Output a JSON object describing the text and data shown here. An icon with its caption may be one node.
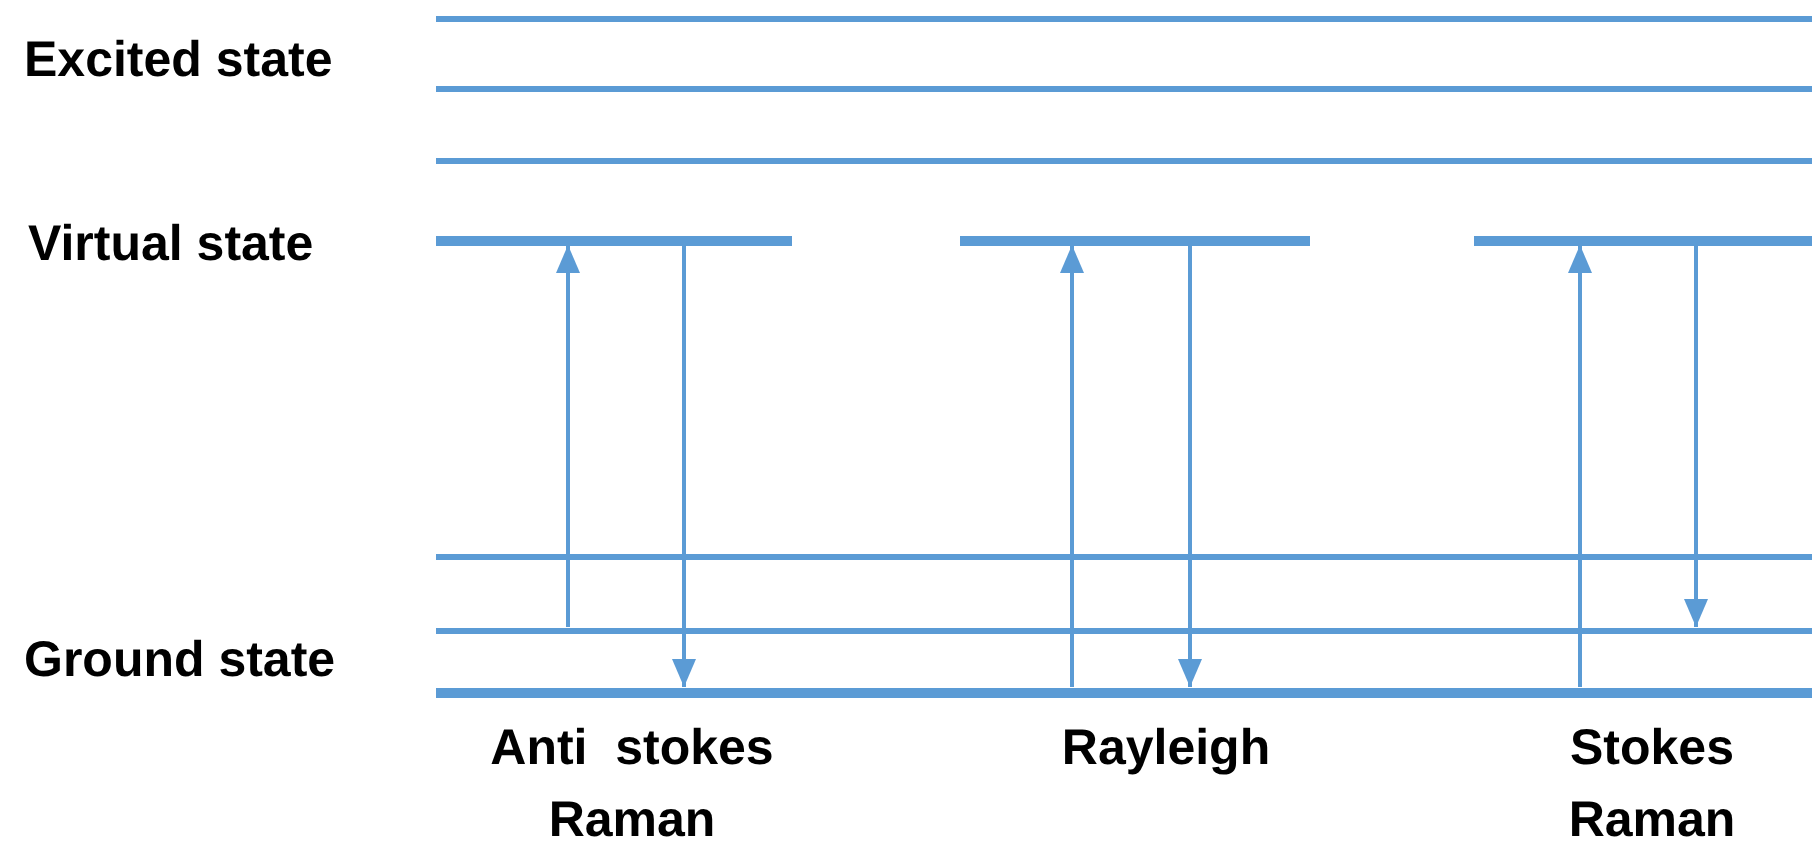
{
  "diagram": {
    "nodes": [
      {
        "text": [],
        "shape": "bar"
      },
      {
        "text": [],
        "shape": "bar"
      },
      {
        "text": [],
        "shape": "bar"
      },
      {
        "text": [],
        "shape": "bar"
      },
      {
        "text": [],
        "shape": "bar"
      },
      {
        "text": [],
        "shape": "bar"
      },
      {
        "text": [],
        "shape": "bar"
      },
      {
        "text": [],
        "shape": "bar"
      },
      {
        "text": [],
        "shape": "bar"
      }
    ],
    "edges": [
      {
        "from": 7,
        "to": 3,
        "arrow": "to"
      },
      {
        "from": 3,
        "to": 8,
        "arrow": "to"
      },
      {
        "from": 8,
        "to": 4,
        "arrow": "to"
      },
      {
        "from": 4,
        "to": 8,
        "arrow": "to"
      },
      {
        "from": 8,
        "to": 5,
        "arrow": "to"
      },
      {
        "from": 5,
        "to": 7,
        "arrow": "to"
      }
    ],
    "labels": [
      "Excited state",
      "Virtual state",
      "Ground state",
      "Anti  stokes Raman",
      "Rayleigh",
      "Stokes Raman"
    ]
  }
}
